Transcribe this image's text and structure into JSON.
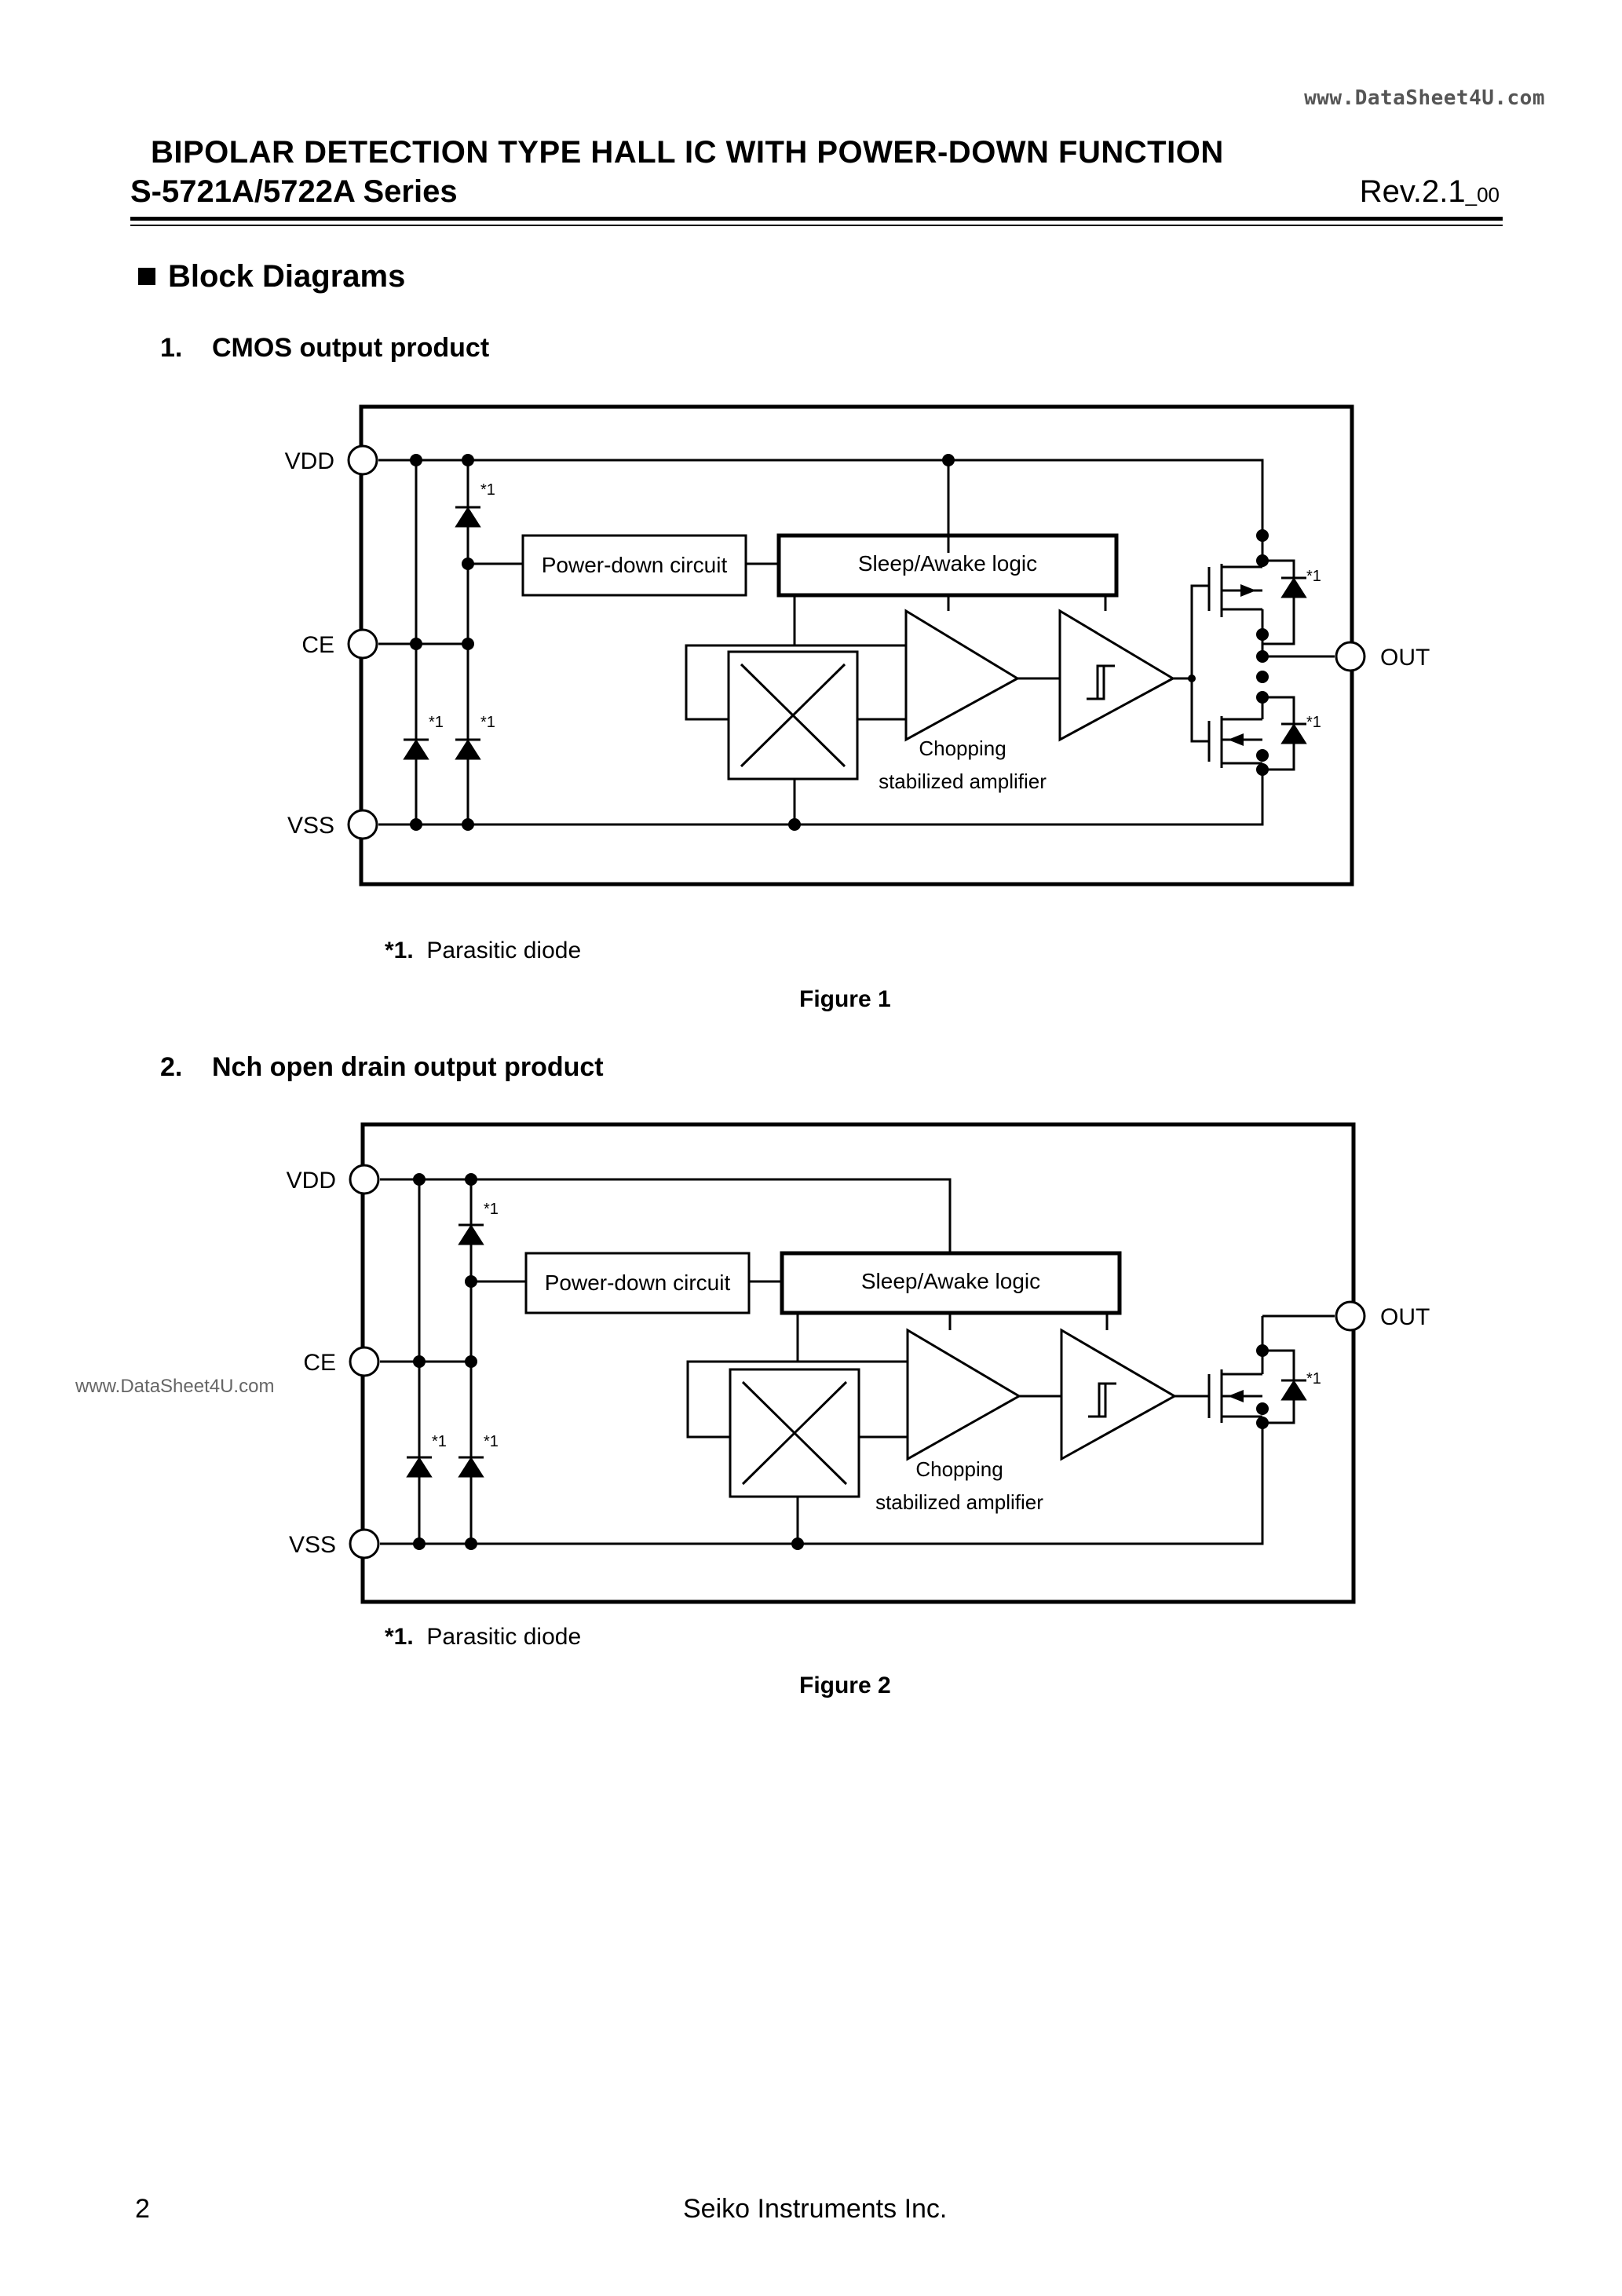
{
  "header": {
    "watermark": "www.DataSheet4U.com",
    "title": "BIPOLAR DETECTION TYPE HALL IC WITH POWER-DOWN FUNCTION",
    "series": "S-5721A/5722A Series",
    "rev_main": "Rev.2.1",
    "rev_sub": "_00"
  },
  "section": {
    "title": "Block Diagrams"
  },
  "figure1": {
    "number": "1.",
    "heading": "CMOS output product",
    "pins": {
      "vdd": "VDD",
      "ce": "CE",
      "vss": "VSS",
      "out": "OUT"
    },
    "blocks": {
      "power_down": "Power-down circuit",
      "sleep_awake": "Sleep/Awake logic"
    },
    "amp_label_line1": "Chopping",
    "amp_label_line2": "stabilized amplifier",
    "diode_mark": "*1",
    "note_mark": "*1.",
    "note_text": "Parasitic diode",
    "caption": "Figure 1"
  },
  "figure2": {
    "number": "2.",
    "heading": "Nch open drain output product",
    "pins": {
      "vdd": "VDD",
      "ce": "CE",
      "vss": "VSS",
      "out": "OUT"
    },
    "blocks": {
      "power_down": "Power-down circuit",
      "sleep_awake": "Sleep/Awake logic"
    },
    "amp_label_line1": "Chopping",
    "amp_label_line2": "stabilized amplifier",
    "diode_mark": "*1",
    "note_mark": "*1.",
    "note_text": "Parasitic diode",
    "caption": "Figure 2",
    "side_watermark": "www.DataSheet4U.com"
  },
  "footer": {
    "page": "2",
    "company": "Seiko Instruments Inc."
  }
}
